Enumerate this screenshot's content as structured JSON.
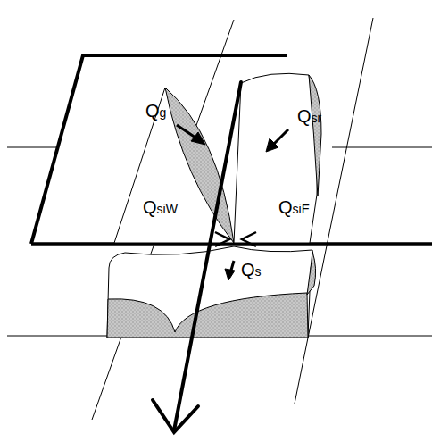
{
  "diagram": {
    "labels": [
      "Qg",
      "Qsr",
      "QsiW",
      "QsiE",
      "Qs"
    ]
  }
}
